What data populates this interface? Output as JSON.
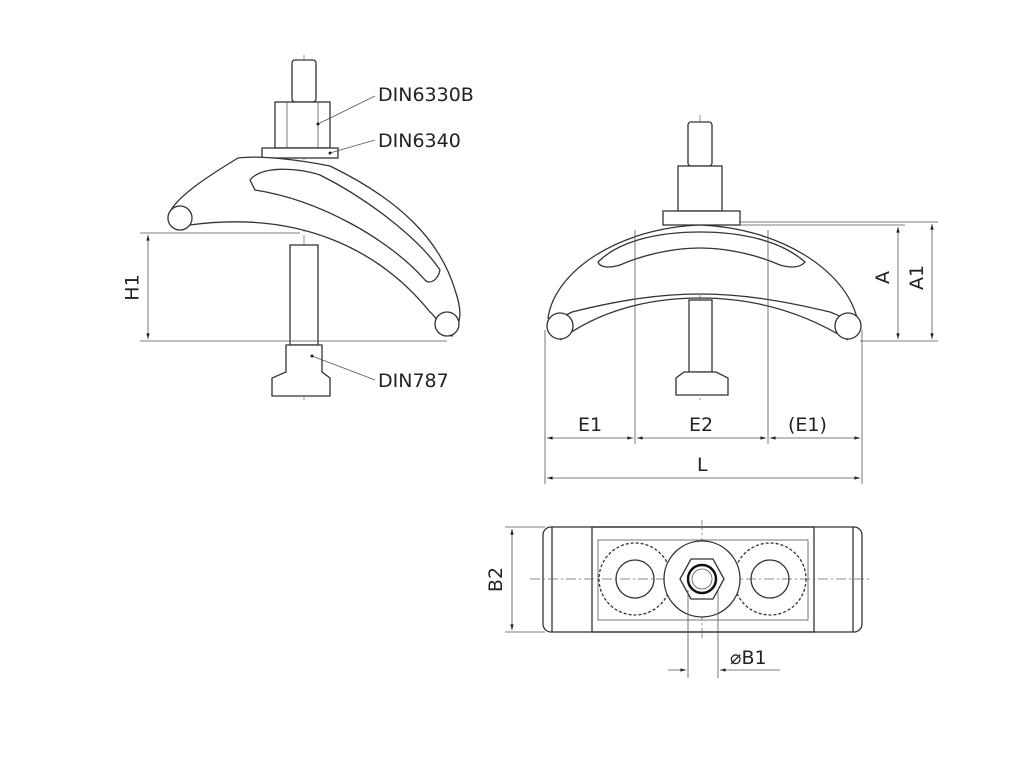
{
  "side_view": {
    "callouts": [
      "DIN6330B",
      "DIN6340",
      "DIN787"
    ],
    "dimension_h1": "H1"
  },
  "front_view": {
    "dimension_a": "A",
    "dimension_a1": "A1",
    "dimension_e1": "E1",
    "dimension_e2": "E2",
    "dimension_e1_ref": "(E1)",
    "dimension_l": "L"
  },
  "top_view": {
    "dimension_b2": "B2",
    "dimension_b1": "⌀B1"
  }
}
